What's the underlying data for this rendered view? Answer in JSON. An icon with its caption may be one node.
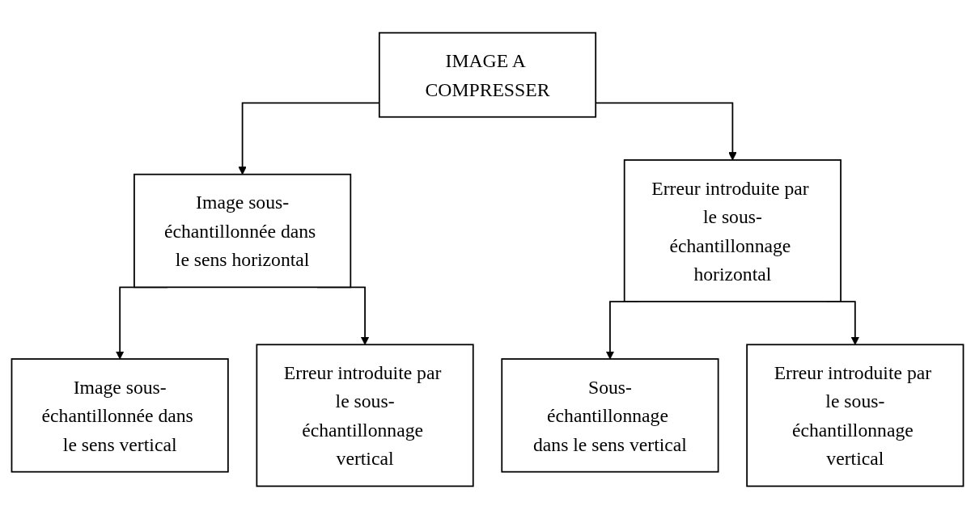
{
  "diagram": {
    "nodes": [
      {
        "text": [
          "IMAGE A COMPRESSER"
        ]
      },
      {
        "text": [
          "Image sous-échantillonnée dans le sens horizontal"
        ]
      },
      {
        "text": [
          "Erreur introduite par le sous-échantillonnage horizontal"
        ]
      },
      {
        "text": [
          "Image sous-échantillonnée dans le sens vertical"
        ]
      },
      {
        "text": [
          "Erreur introduite par le sous-échantillonnage vertical"
        ]
      },
      {
        "text": [
          "Sous-échantillonnage dans le sens vertical"
        ]
      },
      {
        "text": [
          "Erreur introduite par le sous-échantillonnage vertical"
        ]
      }
    ],
    "edges": [
      {
        "from": 0,
        "to": 1,
        "arrow": "to"
      },
      {
        "from": 0,
        "to": 2,
        "arrow": "to"
      },
      {
        "from": 1,
        "to": 3,
        "arrow": "to"
      },
      {
        "from": 1,
        "to": 4,
        "arrow": "to"
      },
      {
        "from": 2,
        "to": 5,
        "arrow": "to"
      },
      {
        "from": 2,
        "to": 6,
        "arrow": "to"
      }
    ]
  }
}
